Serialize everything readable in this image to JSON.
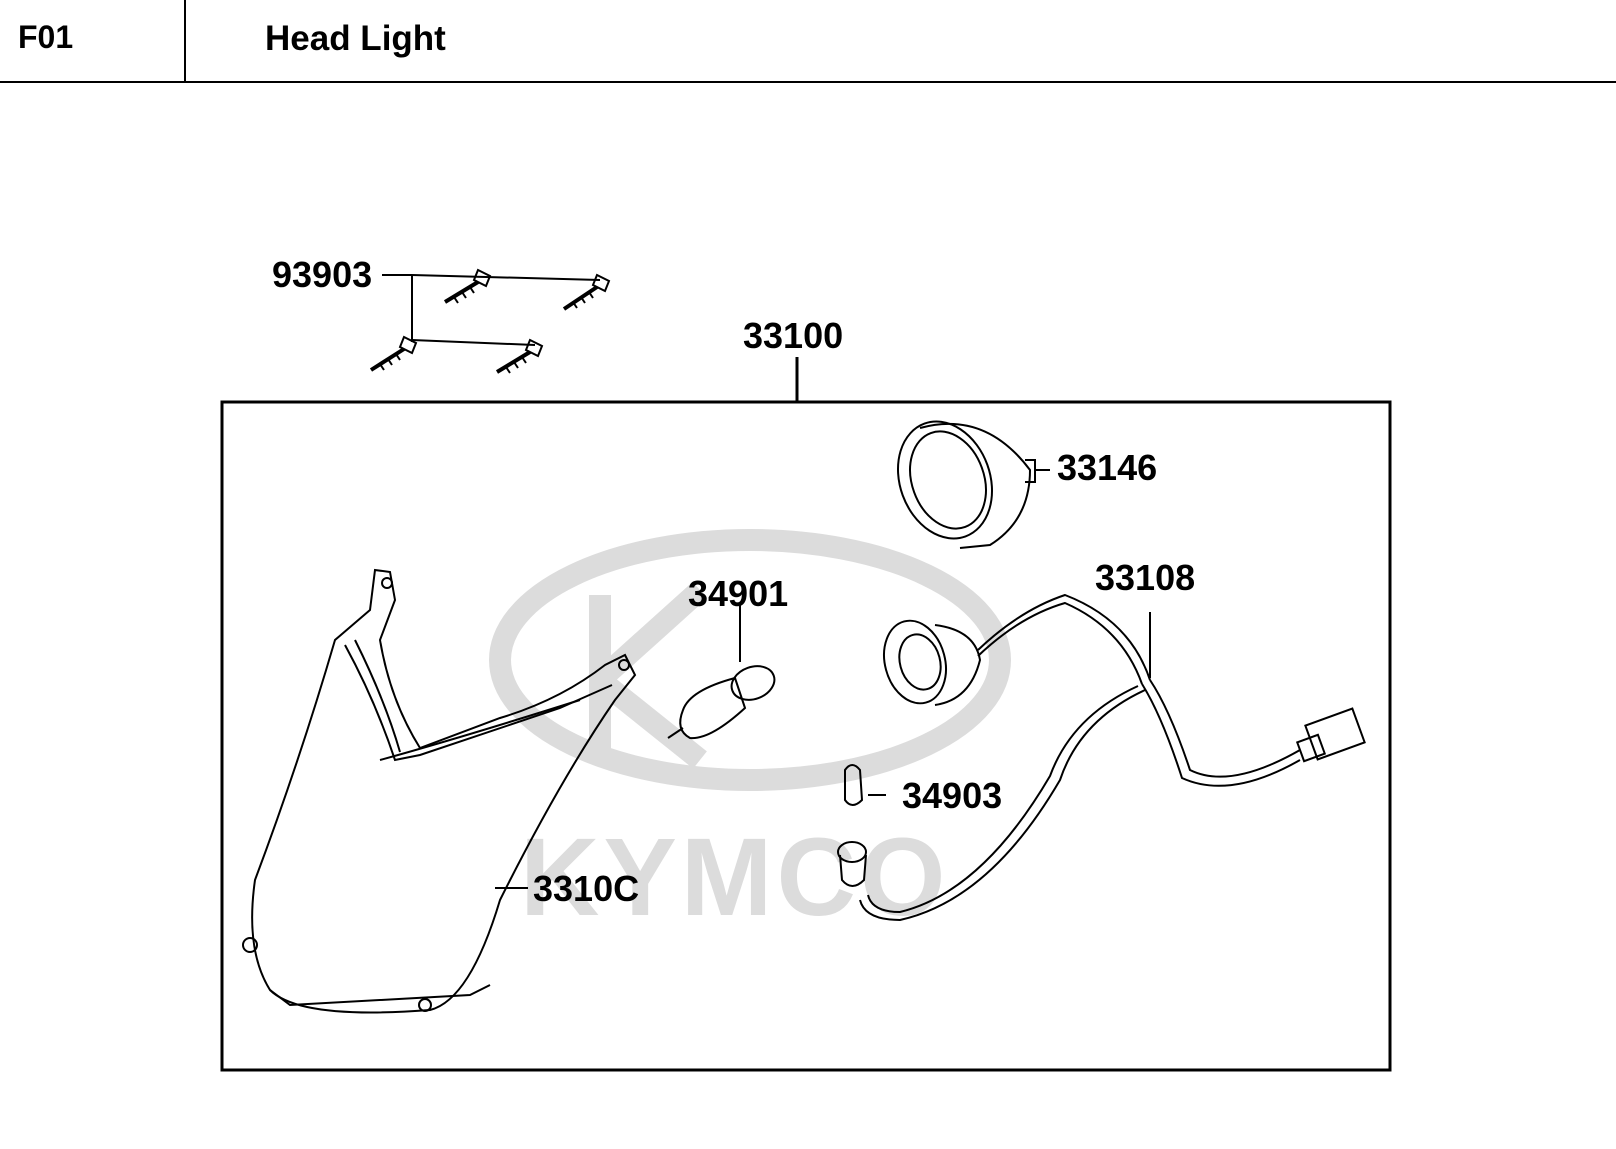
{
  "header": {
    "code": "F01",
    "title": "Head Light"
  },
  "watermark": {
    "brand": "KYMCO",
    "color": "#dcdcdc"
  },
  "callouts": {
    "screw": "93903",
    "assembly": "33100",
    "dust_cover": "33146",
    "bulb_headlight": "34901",
    "wire_harness": "33108",
    "bulb_position": "34903",
    "lens": "3310C"
  }
}
